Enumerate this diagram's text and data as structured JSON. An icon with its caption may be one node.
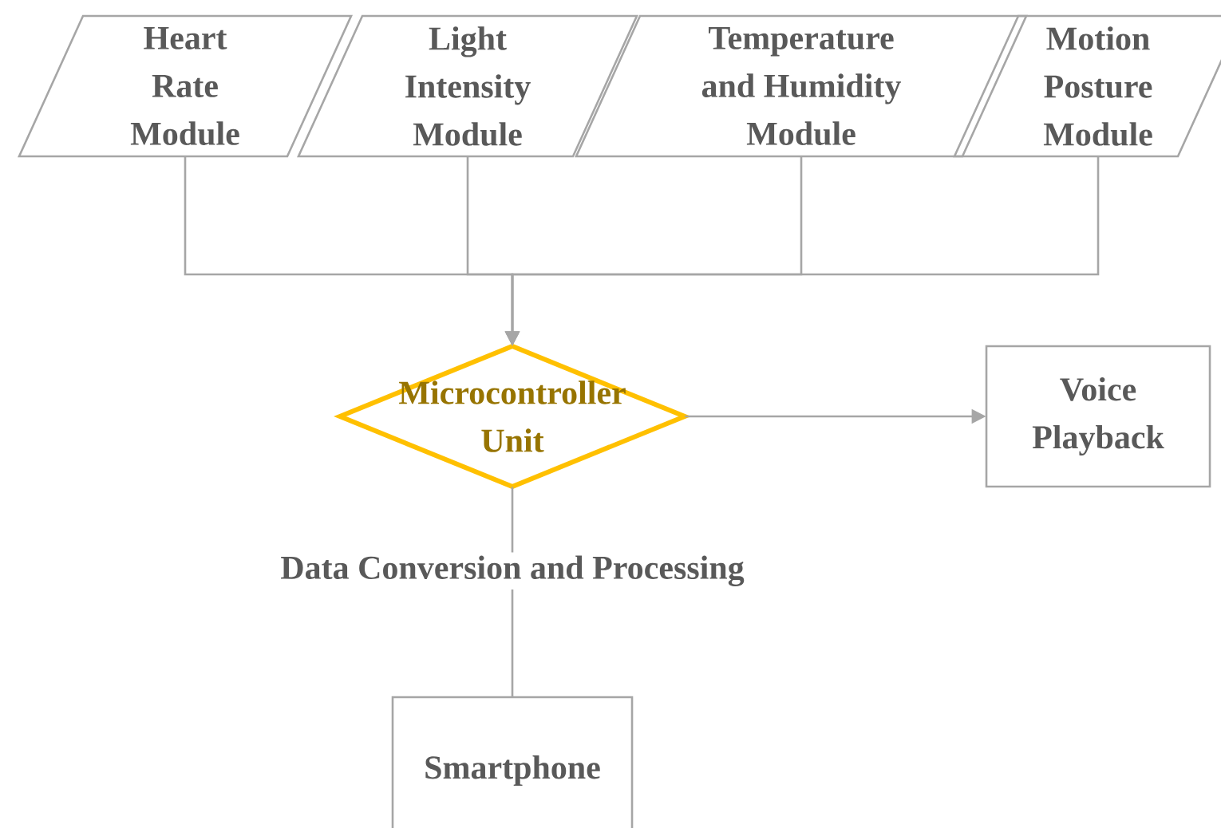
{
  "diagram": {
    "nodes": [
      {
        "text": [
          "Heart Rate Module"
        ]
      },
      {
        "text": [
          "Light Intensity Module"
        ]
      },
      {
        "text": [
          "Temperature and Humidity Module"
        ]
      },
      {
        "text": [
          "Motion Posture Module"
        ]
      },
      {
        "text": [
          "Microcontroller Unit"
        ]
      },
      {
        "text": [
          "Voice Playback"
        ]
      },
      {
        "text": [
          "Smartphone"
        ]
      }
    ],
    "edges": [
      {
        "from": 0,
        "to": 4,
        "arrow": "to"
      },
      {
        "from": 1,
        "to": 4,
        "arrow": "to"
      },
      {
        "from": 2,
        "to": 4,
        "arrow": "to"
      },
      {
        "from": 3,
        "to": 4,
        "arrow": "to"
      },
      {
        "from": 4,
        "to": 5,
        "arrow": "to"
      },
      {
        "from": 4,
        "to": 6,
        "arrow": "none",
        "label": "Data Conversion and Processing"
      }
    ]
  }
}
